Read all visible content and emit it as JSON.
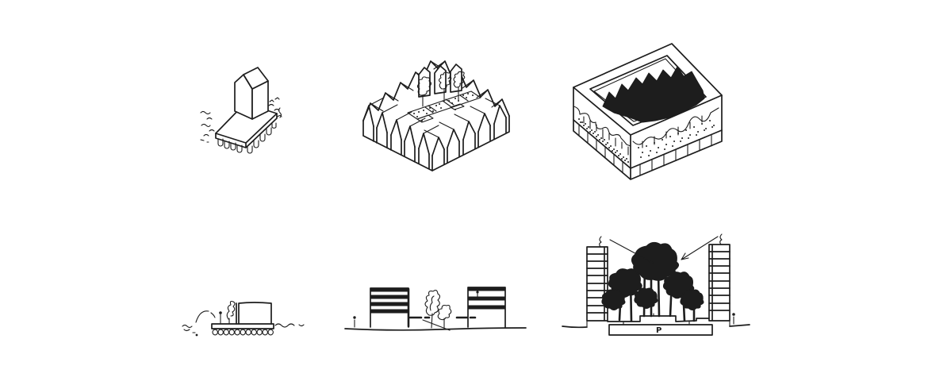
{
  "page": {
    "background_color": "#ffffff",
    "ink_color": "#1d1d1d",
    "content_type": "hand-drawn architectural concept sketches",
    "layout": "two rows of three sketches on a white sheet"
  },
  "sketches": [
    {
      "id": "axon-house-on-plinth",
      "position": "top-left",
      "description": "Axonometric sketch: single gabled house on a raised deck carried by piles above water, ripple marks around"
    },
    {
      "id": "axon-perimeter-block",
      "position": "top-center",
      "description": "Axonometric sketch: perimeter block of small gabled houses enclosing a courtyard with stippled paths and three trees"
    },
    {
      "id": "axon-courtyard-forest",
      "position": "top-right",
      "description": "Axonometric sketch: rectangular block whose inner courtyard is filled with a solid black tree mass; eroded stippled walls over an arcaded base"
    },
    {
      "id": "section-deck-on-piles",
      "position": "bottom-left",
      "description": "Section sketch: small building and tree on a pile-supported deck over water, with a figure and a splash arc"
    },
    {
      "id": "section-courtyard-between-buildings",
      "position": "bottom-center",
      "description": "Section sketch: two banded buildings flanking a courtyard with two scribbled trees, dashed deck level, diagonal ramp and small figures"
    },
    {
      "id": "section-towers-over-parking",
      "position": "bottom-right",
      "description": "Section sketch: two slender floor-lined towers flanking a dense black tree grove above an underground parking level marked P; arrows point into the canopy",
      "label": "P"
    }
  ],
  "labels": {
    "parking": "P"
  }
}
